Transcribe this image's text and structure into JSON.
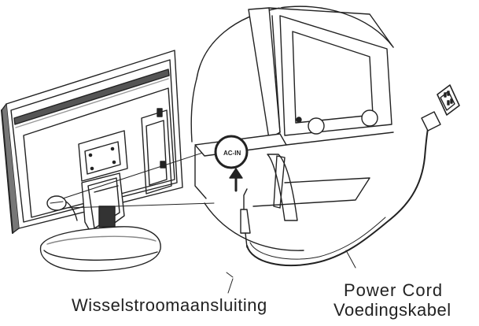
{
  "figure": {
    "port_label": "AC-IN",
    "captions": {
      "ac_socket": "Wisselstroomaansluiting",
      "power_cord_en": "Power Cord",
      "power_cord_nl": "Voedingskabel"
    }
  },
  "icons": {
    "monitor": "monitor-rear-icon",
    "outlet": "wall-outlet-icon",
    "plug": "power-plug-icon"
  },
  "colors": {
    "line": "#222222",
    "fill": "#ffffff",
    "shade": "#555555"
  }
}
